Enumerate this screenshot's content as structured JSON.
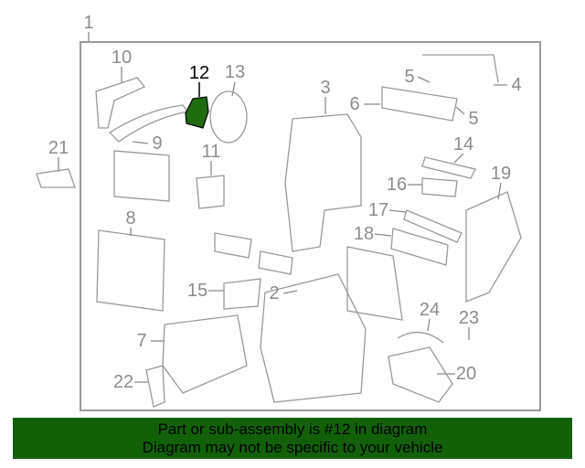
{
  "diagram": {
    "highlighted_part": "12",
    "highlight_color": "#1f6b10",
    "callouts": [
      "1",
      "10",
      "12",
      "13",
      "3",
      "5",
      "5",
      "4",
      "6",
      "21",
      "9",
      "11",
      "14",
      "16",
      "19",
      "17",
      "8",
      "18",
      "15",
      "2",
      "24",
      "23",
      "7",
      "20",
      "22"
    ]
  },
  "banner": {
    "line1": "Part or sub-assembly is #12 in diagram",
    "line2": "Diagram may not be specific to your vehicle",
    "background": "#126108"
  }
}
